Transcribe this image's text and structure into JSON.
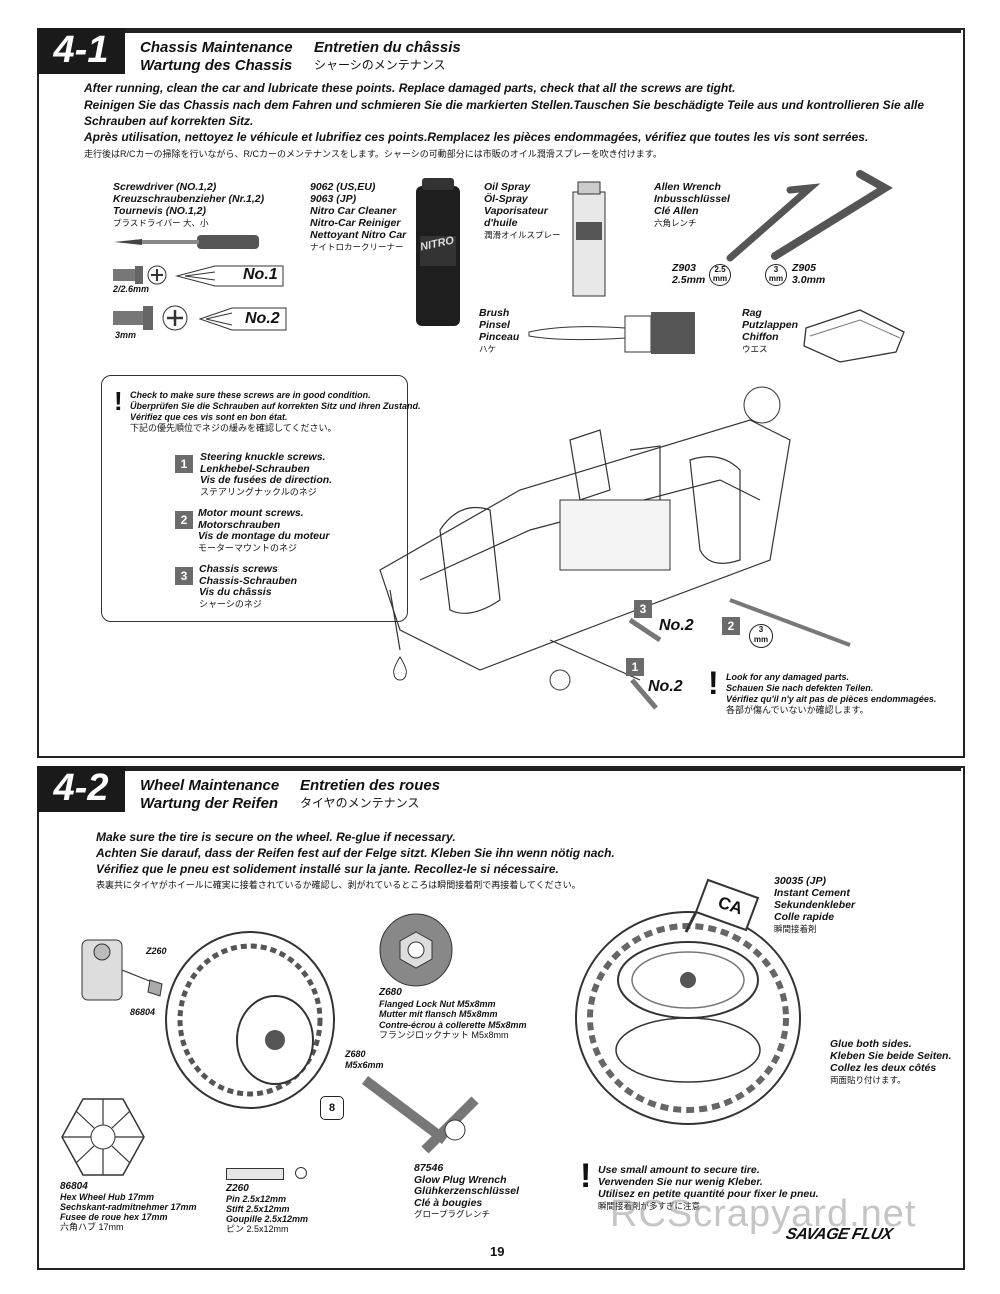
{
  "section1": {
    "number": "4-1",
    "title_en": "Chassis Maintenance",
    "title_fr": "Entretien du châssis",
    "title_de": "Wartung des Chassis",
    "title_jp": "シャーシのメンテナンス",
    "intro_en": "After running, clean the car and lubricate these points. Replace damaged parts, check that all the screws are tight.",
    "intro_de": "Reinigen Sie das Chassis nach dem Fahren und schmieren Sie die markierten Stellen.Tauschen Sie beschädigte Teile aus und kontrollieren Sie alle Schrauben auf korrekten Sitz.",
    "intro_fr": "Après utilisation, nettoyez le véhicule et lubrifiez ces points.Remplacez les pièces endommagées, vérifiez que toutes les vis sont serrées.",
    "intro_jp": "走行後はR/Cカーの掃除を行いながら、R/Cカーのメンテナンスをします。シャーシの可動部分には市販のオイル潤滑スプレーを吹き付けます。",
    "tools": {
      "screwdriver": [
        "Screwdriver (NO.1,2)",
        "Kreuzschraubenzieher (Nr.1,2)",
        "Tournevis (NO.1,2)",
        "プラスドライバー 大、小"
      ],
      "cleaner": [
        "9062 (US,EU)",
        "9063 (JP)",
        "Nitro Car Cleaner",
        "Nitro-Car Reiniger",
        "Nettoyant Nitro Car",
        "ナイトロカークリーナー"
      ],
      "oil": [
        "Oil Spray",
        "Öl-Spray",
        "Vaporisateur",
        "d'huile",
        "潤滑オイルスプレー"
      ],
      "allen": [
        "Allen Wrench",
        "Inbusschlüssel",
        "Clé Allen",
        "六角レンチ"
      ],
      "brush": [
        "Brush",
        "Pinsel",
        "Pinceau",
        "ハケ"
      ],
      "rag": [
        "Rag",
        "Putzlappen",
        "Chiffon",
        "ウエス"
      ]
    },
    "screw_sizes": {
      "small": "2/2.6mm",
      "large": "3mm"
    },
    "no1": "No.1",
    "no2": "No.2",
    "wrench_a": {
      "part": "Z903",
      "size": "2.5mm",
      "circle": "2.5"
    },
    "wrench_b": {
      "part": "Z905",
      "size": "3.0mm",
      "circle": "3"
    },
    "circle_unit": "mm",
    "can_label": "NITRO",
    "check": [
      "Check to make sure these screws are in good condition.",
      "Überprüfen Sie die Schrauben auf korrekten Sitz und ihren Zustand.",
      "Vérifiez que ces vis sont en bon état.",
      "下記の優先順位でネジの緩みを確認してください。"
    ],
    "screws": [
      {
        "num": "1",
        "lines": [
          "Steering knuckle screws.",
          "Lenkhebel-Schrauben",
          "Vis de fusées de direction.",
          "ステアリングナックルのネジ"
        ]
      },
      {
        "num": "2",
        "lines": [
          "Motor mount screws.",
          "Motorschrauben",
          "Vis de montage du moteur",
          "モーターマウントのネジ"
        ]
      },
      {
        "num": "3",
        "lines": [
          "Chassis screws",
          "Chassis-Schrauben",
          "Vis du châssis",
          "シャーシのネジ"
        ]
      }
    ],
    "damage": [
      "Look for any damaged parts.",
      "Schauen Sie nach defekten Teilen.",
      "Vérifiez qu'il n'y ait pas de pièces endommagées.",
      "各部が傷んでいないか確認します。"
    ],
    "warn_mark": "!",
    "callout_3": "3",
    "callout_2": "2",
    "callout_1": "1",
    "callout_circle": "3"
  },
  "section2": {
    "number": "4-2",
    "title_en": "Wheel Maintenance",
    "title_fr": "Entretien des roues",
    "title_de": "Wartung der Reifen",
    "title_jp": "タイヤのメンテナンス",
    "intro_en": "Make sure the tire is secure on the wheel. Re-glue if necessary.",
    "intro_de": "Achten Sie darauf, dass der Reifen fest auf der Felge sitzt. Kleben Sie ihn wenn nötig nach.",
    "intro_fr": "Vérifiez que le pneu est solidement installé sur la jante. Recollez-le si nécessaire.",
    "intro_jp": "表裏共にタイヤがホイールに確実に接着されているか確認し、剥がれているところは瞬間接着剤で再接着してください。",
    "cement": [
      "30035 (JP)",
      "Instant Cement",
      "Sekundenkleber",
      "Colle rapide",
      "瞬間接着剤"
    ],
    "ca_label": "CA",
    "nut": [
      "Z680",
      "Flanged Lock Nut M5x8mm",
      "Mutter mit flansch M5x8mm",
      "Contre-écrou à collerette M5x8mm",
      "フランジロックナット M5x8mm"
    ],
    "z260_top": "Z260",
    "hub_part_top": "86804",
    "z680_label": [
      "Z680",
      "M5x6mm"
    ],
    "wrench_size": "8",
    "hub": [
      "86804",
      "Hex Wheel Hub 17mm",
      "Sechskant-radmitnehmer 17mm",
      "Fusee de roue hex 17mm",
      "六角ハブ 17mm"
    ],
    "pin": [
      "Z260",
      "Pin 2.5x12mm",
      "Stift 2.5x12mm",
      "Goupille 2.5x12mm",
      "ピン 2.5x12mm"
    ],
    "glowwrench": [
      "87546",
      "Glow Plug Wrench",
      "Glühkerzenschlüssel",
      "Clé à bougies",
      "グロープラグレンチ"
    ],
    "glue": [
      "Glue both sides.",
      "Kleben Sie beide Seiten.",
      "Collez les deux côtés",
      "両面貼り付けます。"
    ],
    "small_amount": [
      "Use small amount to secure tire.",
      "Verwenden Sie nur wenig Kleber.",
      "Utilisez en petite quantité pour fixer le pneu.",
      "瞬間接着剤が多すぎに注意"
    ]
  },
  "footer": {
    "page": "19",
    "watermark": "RCScrapyard.net",
    "logo": "SAVAGE FLUX"
  }
}
